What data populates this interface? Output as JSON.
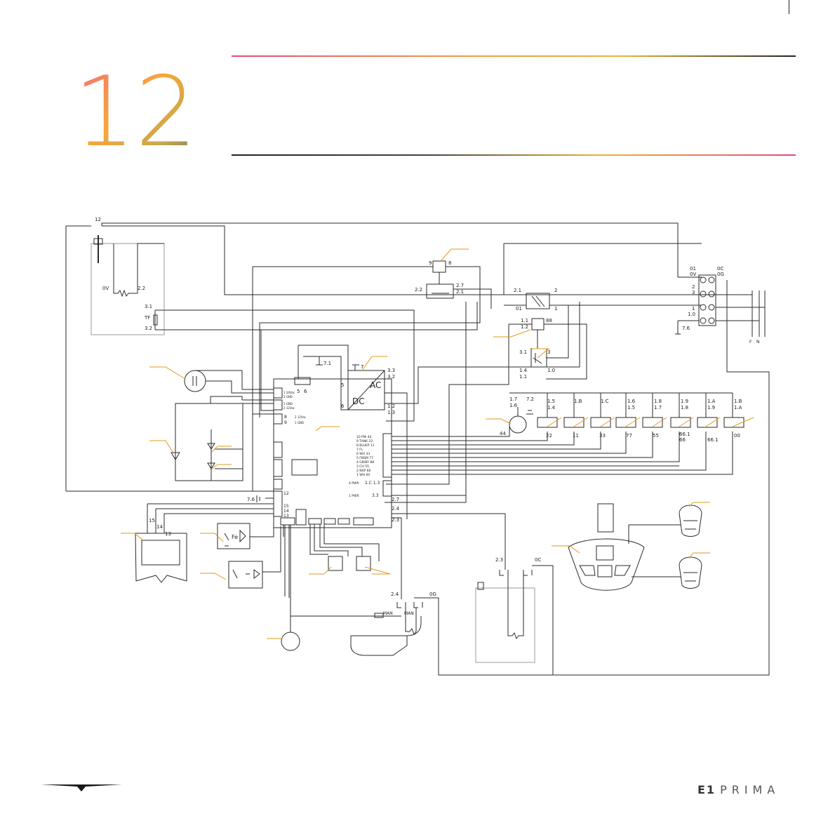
{
  "page": {
    "number": "12",
    "product_logo_strong": "E1",
    "product_logo_light": "PRIMA"
  },
  "colors": {
    "callout": "#e39a1e",
    "wire": "#2a2a2a",
    "wire_grey": "#9a9a9a",
    "number_gradient": [
      "#f06a7c",
      "#f7a63b",
      "#c8a84a",
      "#6e6a6a"
    ]
  },
  "diagram": {
    "heater_top": {
      "pin": "12",
      "ov": "0V",
      "ref": "2.2"
    },
    "thermal_fuse": {
      "label": "TF",
      "a": "3.1",
      "b": "3.2"
    },
    "relay_top": {
      "a": "9",
      "b": "8",
      "c": "2.2",
      "d": "2.7",
      "e": "2.1"
    },
    "switch_main": {
      "a": "2.1",
      "b": "2",
      "c": "01",
      "d": "1"
    },
    "terminal_block": {
      "r1a": "01",
      "r1b": "0V",
      "r1c": "0C",
      "r1d": "0G",
      "r2a": "2",
      "r2b": "3",
      "r3a": "1",
      "r3b": "1.0",
      "ground": "7.6",
      "f": "F",
      "n": "N"
    },
    "relay_mid": {
      "a": "1.1",
      "b": "1.2",
      "c": "88"
    },
    "switch_mid": {
      "a": "3.1",
      "b": "3",
      "c": "1.4",
      "d": "1.1",
      "e": "1.0"
    },
    "psu": {
      "ac": "AC",
      "dc": "DC",
      "p5": "5",
      "p6": "6",
      "p7": "7",
      "gnd": "7.1",
      "o1": "3.3",
      "o2": "3.2",
      "o3": "1.2",
      "o4": "1.3"
    },
    "conn_top": {
      "a": "5",
      "b": "6"
    },
    "board": {
      "left_labels": [
        "1 24Vac",
        "2 GND",
        "1 GND",
        "2 12Vac",
        "8",
        "9",
        "2 12Vac",
        "1 GND",
        "12",
        "15",
        "14",
        "13"
      ],
      "right_labels": [
        "10 PW 44",
        "9 TANK 22",
        "8 BLUEP 11",
        "7 FL",
        "6 WH 33",
        "5 FNSM 77",
        "4 GB/BY 88",
        "3 CH 55",
        "2 NSP 66",
        "1 WH 00"
      ],
      "pwr_a": "4 PWR",
      "pwr_a_val": "1.C 1.3",
      "pwr_b": "1 PWR",
      "pwr_b_val": "3.3",
      "right_out": [
        "2.7",
        "2.4",
        "2.3"
      ]
    },
    "motor": {
      "a": "1.7",
      "b": "1.6",
      "c": "7.2",
      "d": "44"
    },
    "valves": [
      {
        "top1": "1.5",
        "top2": "1.4",
        "bottom": "22"
      },
      {
        "top1": "1.B",
        "top2": "",
        "bottom": "11"
      },
      {
        "top1": "1.C",
        "top2": "",
        "bottom": "33"
      },
      {
        "top1": "1.6",
        "top2": "1.5",
        "bottom": "77"
      },
      {
        "top1": "1.8",
        "top2": "1.7",
        "bottom": "55"
      },
      {
        "top1": "1.9",
        "top2": "1.8",
        "bottom": "66.1",
        "bottom2": "66"
      },
      {
        "top1": "1.A",
        "top2": "1.9",
        "bottom": "66.1"
      },
      {
        "top1": "1.B",
        "top2": "1.A",
        "bottom": "00"
      }
    ],
    "ground_left": "7.6",
    "pump_plug": {
      "a": "15",
      "b": "14",
      "c": "13"
    },
    "flow_sensor": {
      "label": "Fe"
    },
    "steam_heater": {
      "a": "2.4",
      "b": "0G",
      "c": "MAN",
      "d": "MAN"
    },
    "boiler": {
      "a": "2.3",
      "b": "0C"
    }
  }
}
